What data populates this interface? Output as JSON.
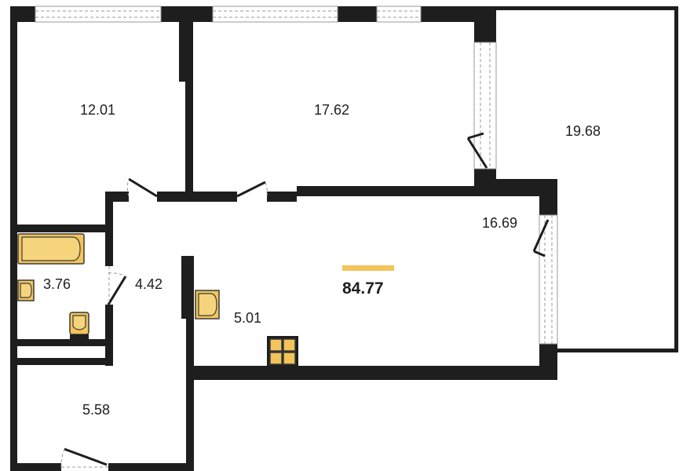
{
  "plan": {
    "total_area": "84.77",
    "accent_color": "#f2c45a",
    "wall_color": "#1e1e1e",
    "rooms": [
      {
        "id": "bedroom-left",
        "area": "12.01"
      },
      {
        "id": "bedroom-middle",
        "area": "17.62"
      },
      {
        "id": "loggia",
        "area": "19.68"
      },
      {
        "id": "kitchen-living",
        "area": "16.69"
      },
      {
        "id": "bathroom",
        "area": "3.76"
      },
      {
        "id": "corridor",
        "area": "4.42"
      },
      {
        "id": "kitchen-area",
        "area": "5.01"
      },
      {
        "id": "hallway",
        "area": "5.58"
      }
    ]
  }
}
